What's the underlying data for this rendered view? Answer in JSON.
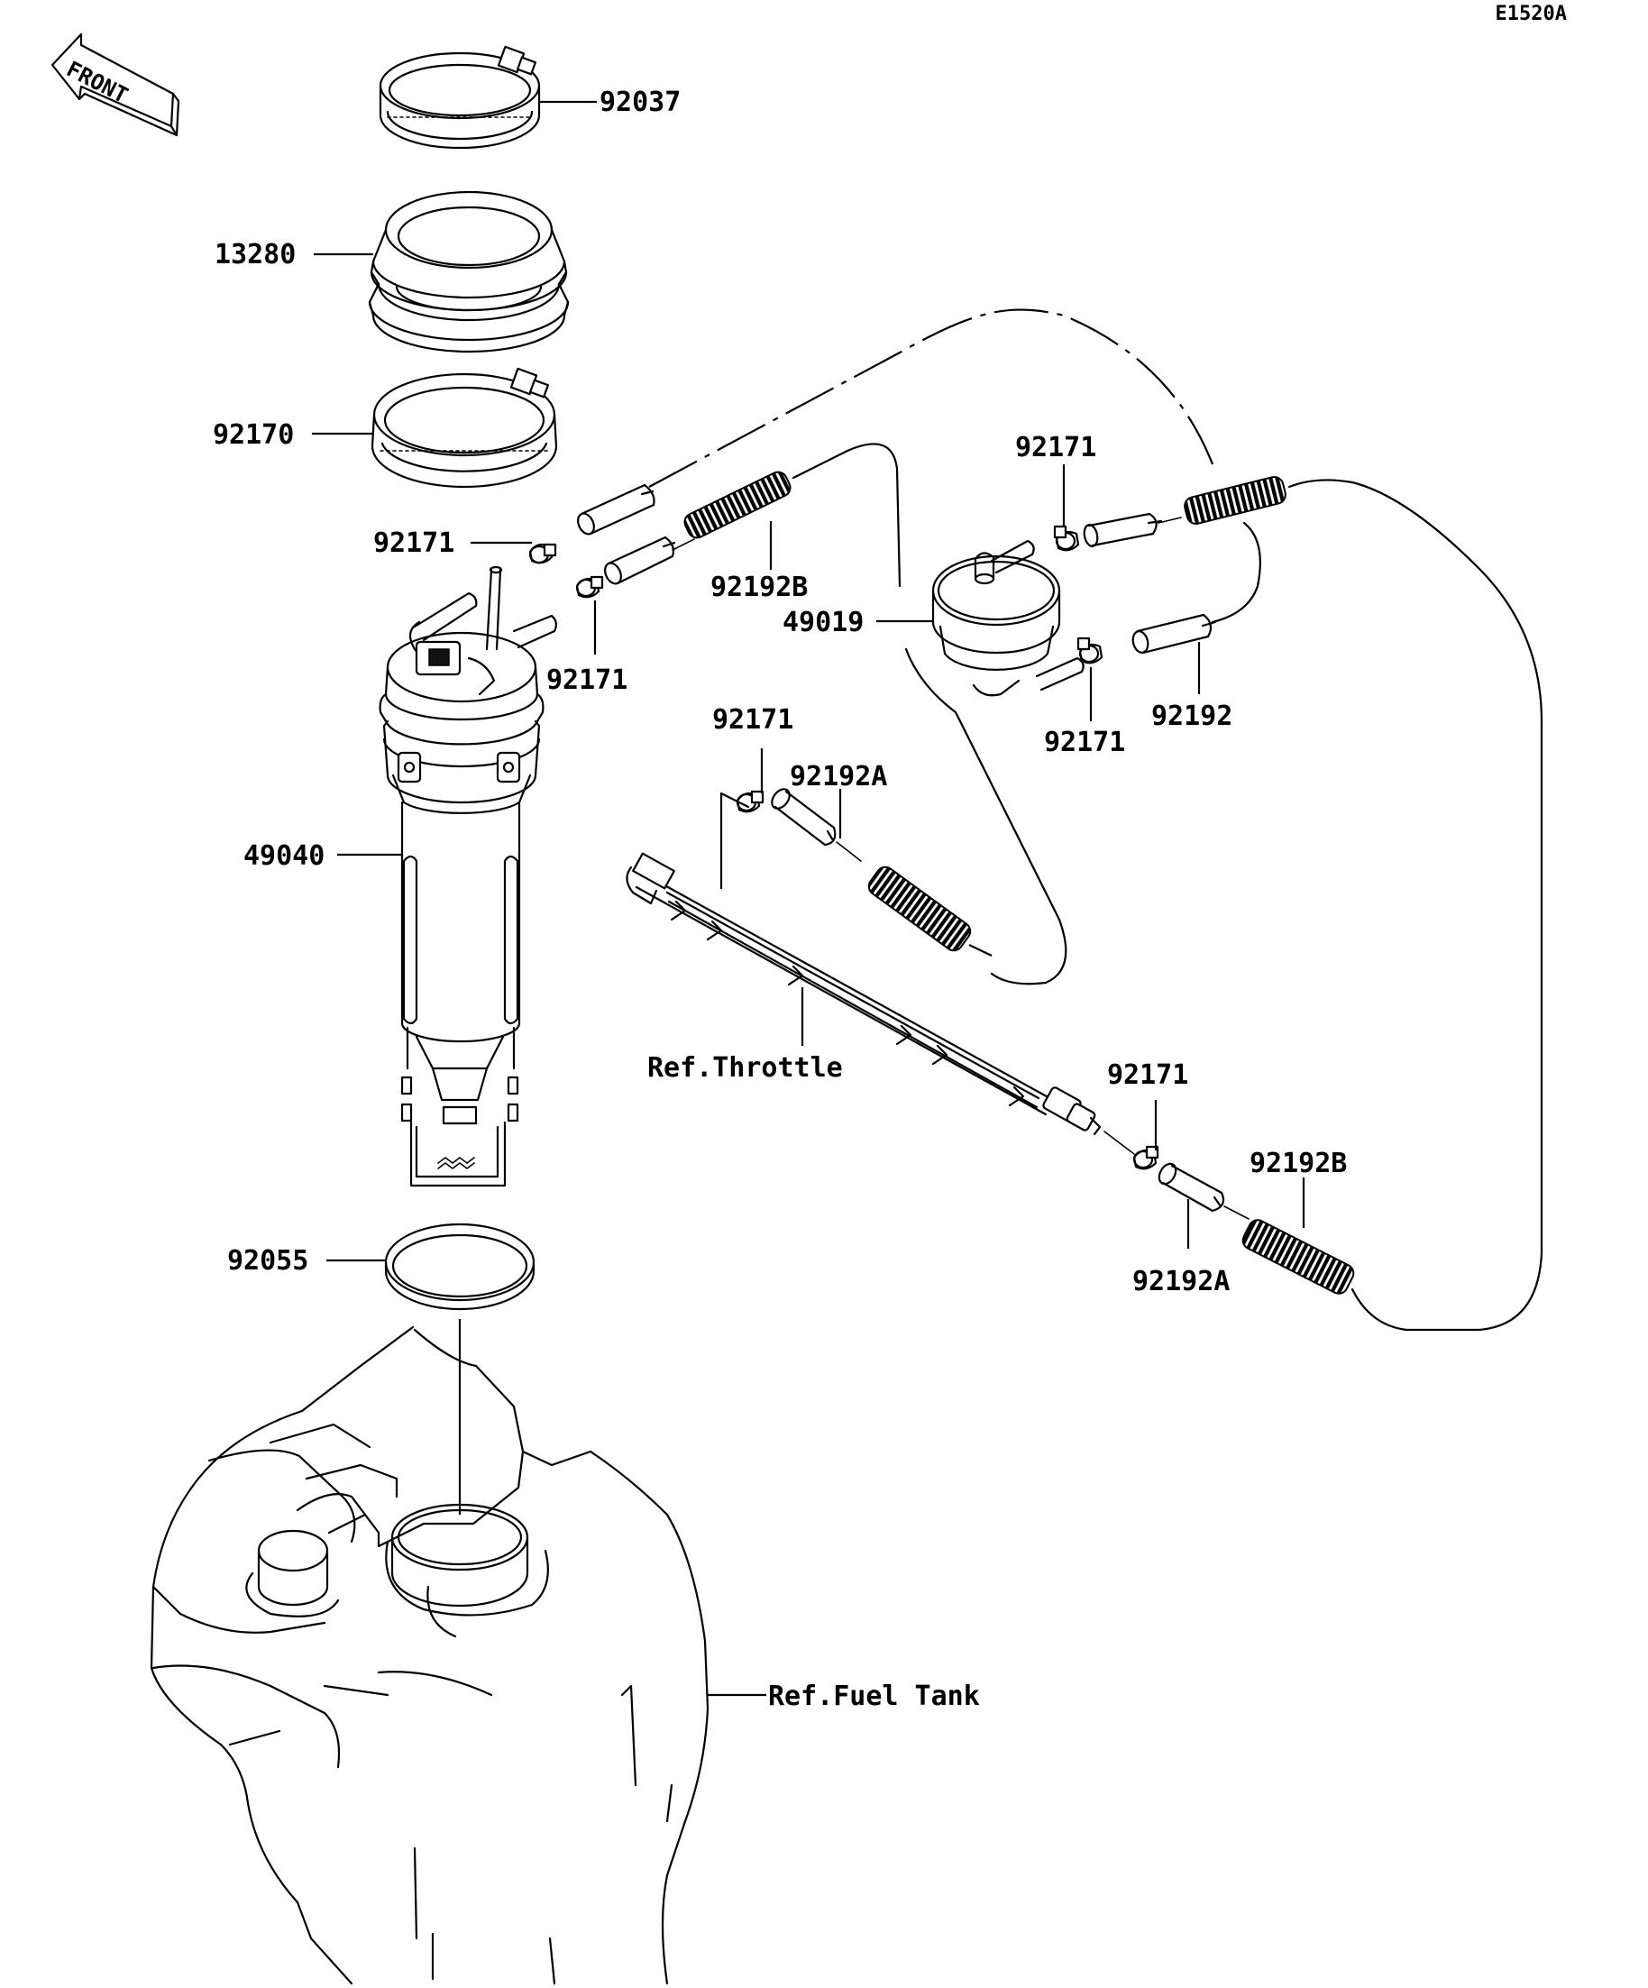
{
  "diagram_code": "E1520A",
  "front_label": "FRONT",
  "callouts": {
    "clamp_top": "92037",
    "seal_13280": "13280",
    "clamp_92170": "92170",
    "clip_left": "92171",
    "clip_center": "92171",
    "hose_92192b_top": "92192B",
    "clip_filter_top": "92171",
    "filter_49019": "49019",
    "clip_filter_bottom": "92171",
    "hose_92192": "92192",
    "clip_rail": "92171",
    "hose_92192a_top": "92192A",
    "pump_49040": "49040",
    "clip_lower_right": "92171",
    "hose_92192b_lower": "92192B",
    "hose_92192a_lower": "92192A",
    "oring_92055": "92055"
  },
  "references": {
    "throttle": "Ref.Throttle",
    "fuel_tank": "Ref.Fuel Tank"
  }
}
